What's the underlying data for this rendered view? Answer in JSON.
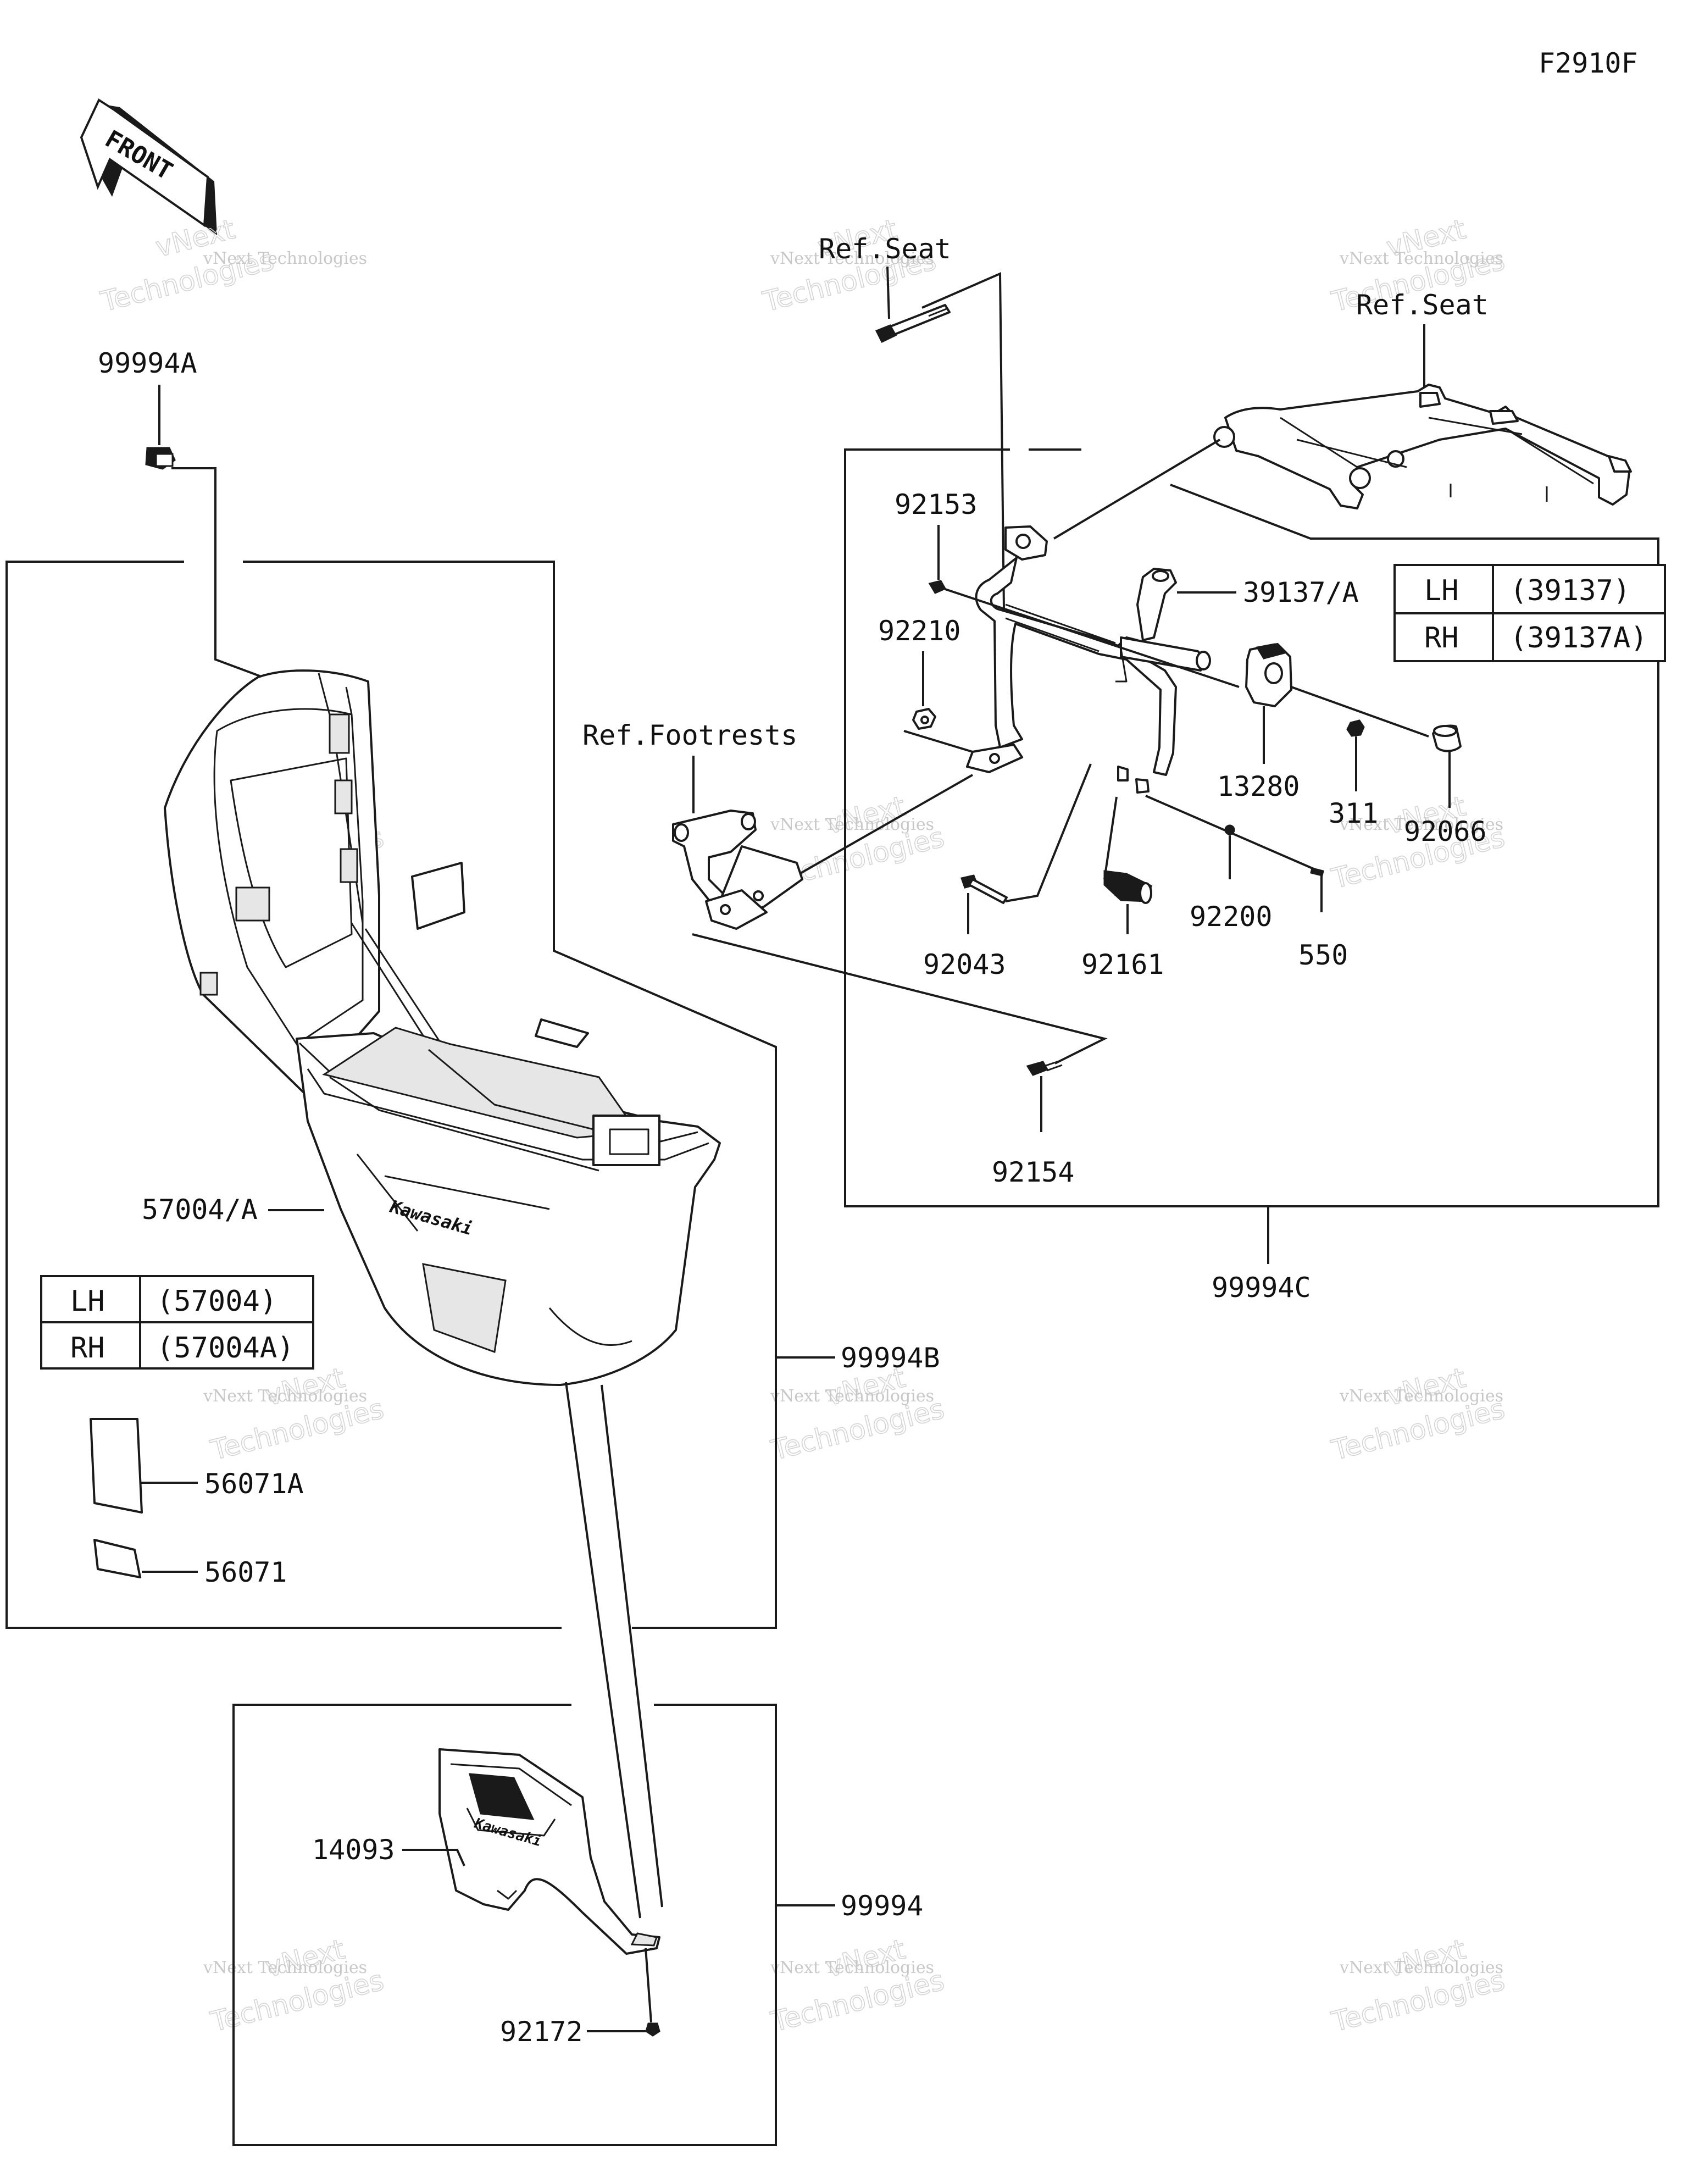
{
  "diagram_code": "F2910F",
  "front_arrow": {
    "label": "FRONT"
  },
  "watermark": {
    "line1": "vNext Technologies",
    "line2": "Technologies",
    "brand": "vNext"
  },
  "references": {
    "seat_left": "Ref.Seat",
    "seat_right": "Ref.Seat",
    "footrests": "Ref.Footrests"
  },
  "part_labels": {
    "p99994A": "99994A",
    "p92153": "92153",
    "p39137A": "39137/A",
    "p92210": "92210",
    "p13280": "13280",
    "p311": "311",
    "p92066": "92066",
    "p92200": "92200",
    "p550": "550",
    "p92043": "92043",
    "p92161": "92161",
    "p92154": "92154",
    "p99994C": "99994C",
    "p57004A": "57004/A",
    "p99994B": "99994B",
    "p56071A": "56071A",
    "p56071": "56071",
    "p14093": "14093",
    "p99994": "99994",
    "p92172": "92172"
  },
  "variant_tables": {
    "bracket": {
      "rows": [
        {
          "side": "LH",
          "part": "(39137)"
        },
        {
          "side": "RH",
          "part": "(39137A)"
        }
      ]
    },
    "case": {
      "rows": [
        {
          "side": "LH",
          "part": "(57004)"
        },
        {
          "side": "RH",
          "part": "(57004A)"
        }
      ]
    }
  },
  "icons": [
    "front-arrow-icon"
  ]
}
